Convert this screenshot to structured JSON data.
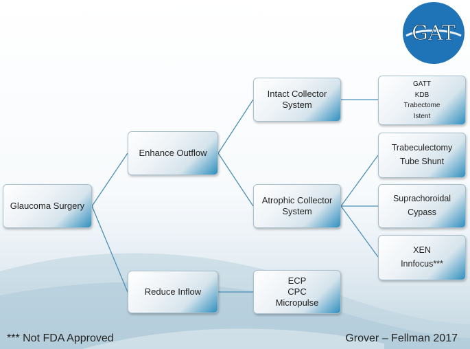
{
  "logo": {
    "text": "GAT",
    "color": "#1f73b7"
  },
  "nodes": {
    "root": {
      "lines": [
        "Glaucoma Surgery"
      ]
    },
    "enhance_outflow": {
      "lines": [
        "Enhance Outflow"
      ]
    },
    "reduce_inflow": {
      "lines": [
        "Reduce Inflow"
      ]
    },
    "intact": {
      "lines": [
        "Intact Collector",
        "System"
      ]
    },
    "atrophic": {
      "lines": [
        "Atrophic Collector",
        "System"
      ]
    },
    "intact_procedures": {
      "lines": [
        "GATT",
        "KDB",
        "Trabectome",
        "Istent"
      ]
    },
    "trab_tube": {
      "lines": [
        "Trabeculectomy",
        "Tube Shunt"
      ]
    },
    "suprachoroidal": {
      "lines": [
        "Suprachoroidal",
        "Cypass"
      ]
    },
    "xen": {
      "lines": [
        "XEN",
        "Innfocus***"
      ]
    },
    "inflow_procedures": {
      "lines": [
        "ECP",
        "CPC",
        "Micropulse"
      ]
    }
  },
  "footer": {
    "note": "*** Not FDA Approved",
    "credit": "Grover – Fellman 2017"
  },
  "colors": {
    "connector": "#4a8fb5",
    "box_accent": "#2f8fbf"
  }
}
